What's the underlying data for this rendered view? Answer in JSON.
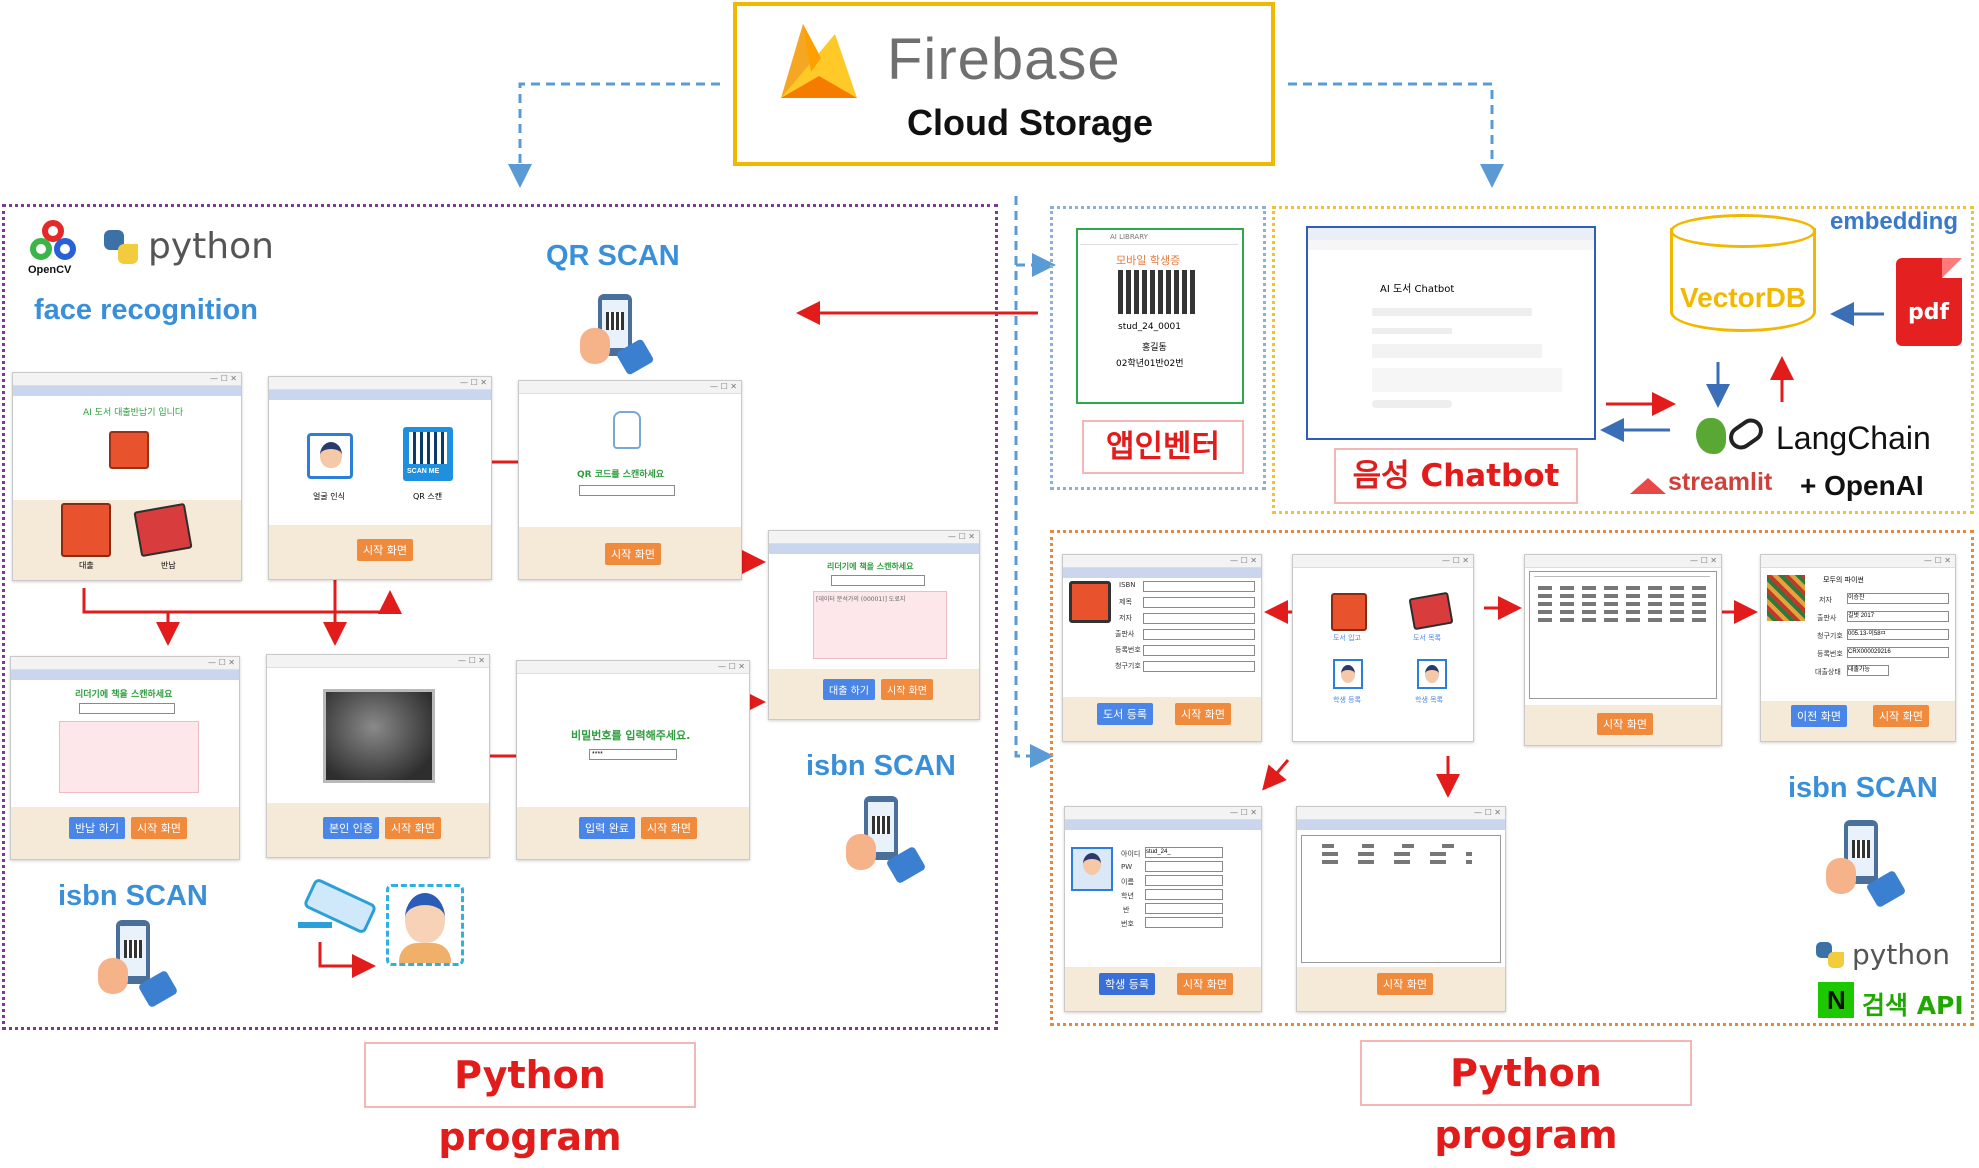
{
  "firebase": {
    "brand": "Firebase",
    "subtitle": "Cloud Storage"
  },
  "left": {
    "logo_opencv": "OpenCV",
    "logo_python": "python",
    "face_recognition": "face recognition",
    "qr_scan": "QR SCAN",
    "isbn_scan_1": "isbn SCAN",
    "isbn_scan_2": "isbn SCAN",
    "section_label": "Python program",
    "win_menu": {
      "title": "AI 도서 대출반납기 입니다",
      "lend": "대출",
      "return": "반납"
    },
    "win_auth": {
      "face": "얼굴 인식",
      "qr": "QR 스캔",
      "scan_me": "SCAN ME",
      "start": "시작 화면"
    },
    "win_qr": {
      "title": "QR 코드를 스캔하세요",
      "start": "시작 화면"
    },
    "win_lend": {
      "title": "리더기에 책을 스캔하세요",
      "note": "[데이터 분석가의 (00001)] 도료지",
      "btn_lend": "대출 하기",
      "start": "시작 화면"
    },
    "win_return": {
      "title": "리더기에 책을 스캔하세요",
      "btn_return": "반납 하기",
      "start": "시작 화면"
    },
    "win_face": {
      "btn_verify": "본인 인증",
      "start": "시작 화면"
    },
    "win_pw": {
      "title": "비밀번호를 입력해주세요.",
      "value": "****",
      "btn_done": "입력 완료",
      "start": "시작 화면"
    }
  },
  "middle": {
    "app_header": "AI LIBRARY",
    "card_title": "모바일 학생증",
    "student_id": "stud_24_0001",
    "name": "홍길동",
    "class_info": "02학년01반02번",
    "label": "앱인벤터"
  },
  "chatbot": {
    "title": "AI 도서 Chatbot",
    "label": "음성 Chatbot",
    "embedding": "embedding",
    "vectordb": "VectorDB",
    "pdf": "pdf",
    "langchain": "LangChain",
    "streamlit": "streamlit",
    "openai": "+ OpenAI"
  },
  "right": {
    "isbn_scan": "isbn SCAN",
    "python": "python",
    "naver": "N",
    "search_api": "검색 API",
    "section_label": "Python program",
    "win_book_reg": {
      "fields": [
        "ISBN",
        "제목",
        "저자",
        "출판사",
        "등록번호",
        "청구기호"
      ],
      "btn_reg": "도서 등록",
      "start": "시작 화면"
    },
    "win_menu": {
      "book_in": "도서 입고",
      "book_list": "도서 목록",
      "stu_reg": "학생 등록",
      "stu_list": "학생 목록"
    },
    "win_book_list": {
      "start": "시작 화면"
    },
    "win_book_detail": {
      "title": "모두의 파이썬",
      "fields": [
        "저자",
        "출판사",
        "청구기호",
        "등록번호",
        "대출상태"
      ],
      "values": [
        "이승찬",
        "길벗 2017",
        "005.13-이58ㅁ",
        "CRX000029216",
        "대출가능"
      ],
      "btn_prev": "이전 화면",
      "start": "시작 화면"
    },
    "win_stu_reg": {
      "fields": [
        "아이디",
        "PW",
        "이름",
        "학년",
        "반",
        "번호"
      ],
      "id_value": "stud_24_",
      "btn_reg": "학생 등록",
      "start": "시작 화면"
    },
    "win_stu_list": {
      "start": "시작 화면"
    }
  },
  "colors": {
    "firebase_border": "#f2b800",
    "arrow_red": "#e21b1b",
    "arrow_blue": "#5b9bd5",
    "left_border": "#7a3b96",
    "orange_border": "#e8893a",
    "chat_border": "#f2c230",
    "label_blue": "#3a8fd9",
    "label_red": "#e21b1b"
  }
}
